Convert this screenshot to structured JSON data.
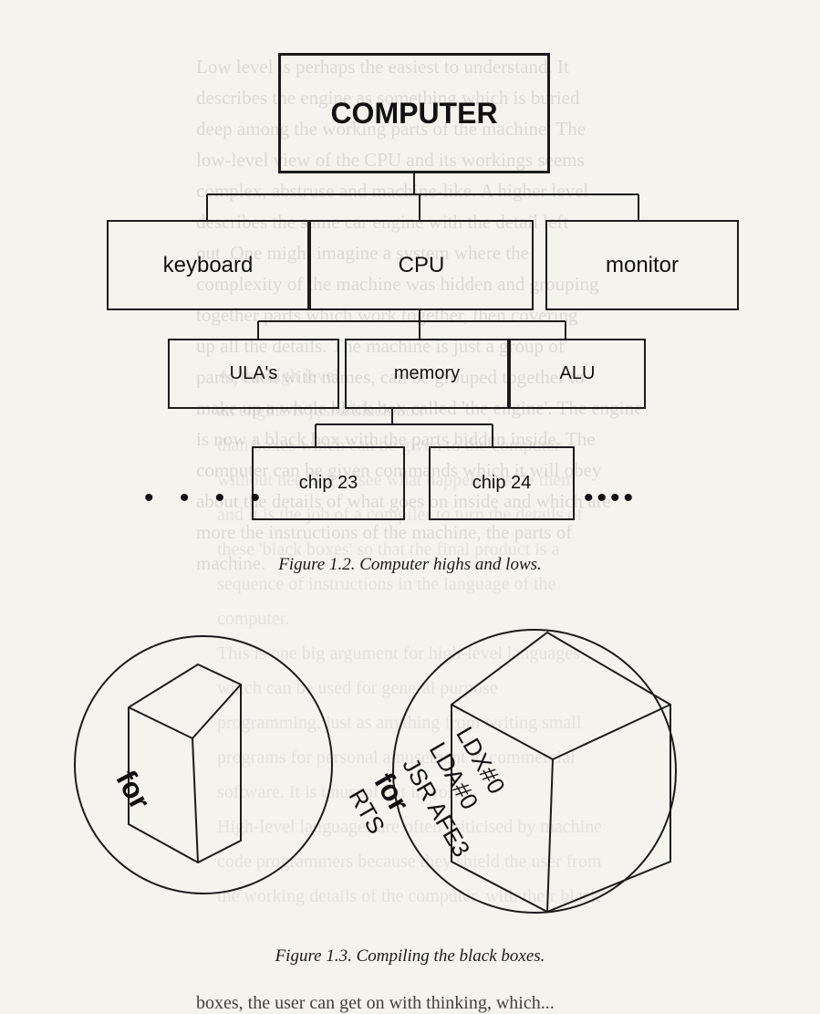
{
  "figure_1_2": {
    "top": "COMPUTER",
    "level2": [
      "keyboard",
      "CPU",
      "monitor"
    ],
    "level3": [
      "ULA's",
      "memory",
      "ALU"
    ],
    "level4": [
      "chip 23",
      "chip 24"
    ],
    "ellipsis_left": "• • • •",
    "ellipsis_right": "••••",
    "caption": "Figure 1.2.  Computer highs and lows."
  },
  "figure_1_3": {
    "left_cube_label": "for",
    "right_cube_lines": [
      "LDX#0",
      "LDA#0",
      "JSR AFE3",
      "for",
      "RTS"
    ],
    "caption": "Figure 1.3.  Compiling the black boxes."
  },
  "ghost_text": {
    "behind_figures": [
      "Low level is perhaps the easiest to understand. It",
      "describes the engine as something which is buried",
      "deep among the working parts of the machine. The",
      "low-level view of the CPU and its workings seems",
      "complex, abstruse and machine-like. A higher level",
      "describes the same car engine with the detail left",
      "out. One might imagine a system where the",
      "complexity of the machine was hidden and grouping",
      "together parts which work together, then covering",
      "up all the details. The machine is just a group of",
      "parts, each with names, can be grouped together to",
      "make up a whole black box called 'the engine'. The engine",
      "is now a black box with the parts hidden inside. The",
      "computer can be given commands which it will obey",
      "about the details of what goes on inside and which are",
      "more the instructions of the machine, the parts of",
      "machine."
    ],
    "bleed_through": [
      "At the high level",
      "an engine is just a black box",
      "than boxes which can be given to the computer",
      "without needing to see what happens inside them",
      "and it is the job of a compiler to turn the details of",
      "these 'black boxes' so that the final product is a",
      "sequence of instructions in the language of the",
      "computer.",
      "This is one big argument for high-level languages",
      "which can be used for general purpose",
      "programming, just as anything from writing small",
      "programs for personal amusement to commercial",
      "software. It is unusual but it works.",
      "High-level languages are often criticised by machine",
      "code programmers because they shield the user from",
      "the working details of the computer, with their black"
    ],
    "last_line": "boxes, the user can get on with thinking, which..."
  }
}
